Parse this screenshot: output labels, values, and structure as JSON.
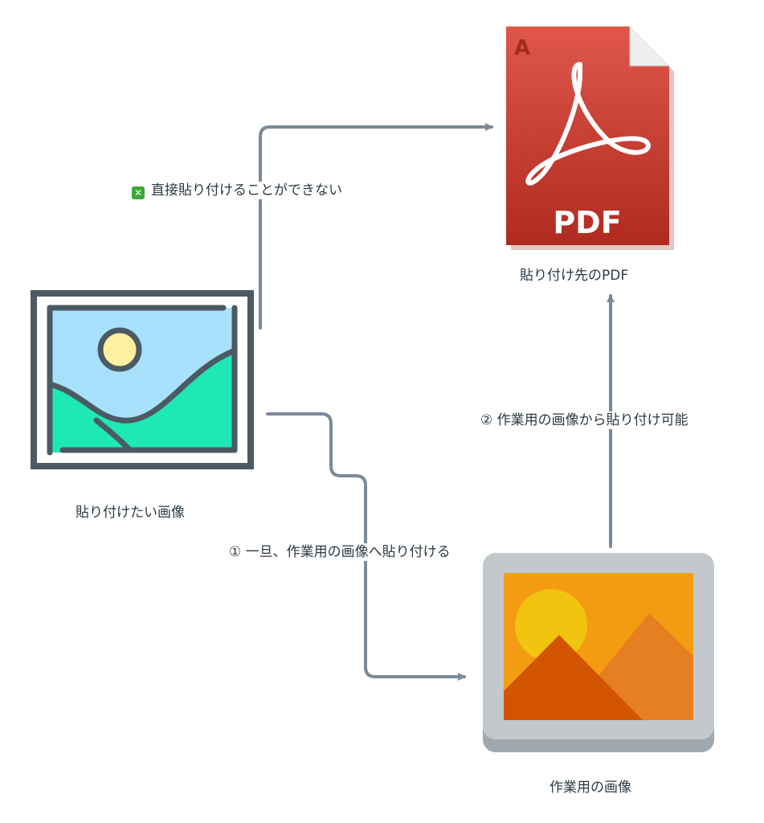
{
  "nodes": {
    "source_image": {
      "label": "貼り付けたい画像",
      "icon": "picture-outline-icon"
    },
    "pdf": {
      "label": "貼り付け先のPDF",
      "icon": "adobe-pdf-file-icon",
      "badge_text": "PDF"
    },
    "work_image": {
      "label": "作業用の画像",
      "icon": "picture-landscape-icon"
    }
  },
  "edges": {
    "direct": {
      "label": "直接貼り付けることができない",
      "status_icon": "cross-mark-icon"
    },
    "step1": {
      "label": "① 一旦、作業用の画像へ貼り付ける"
    },
    "step2": {
      "label": "② 作業用の画像から貼り付け可能"
    }
  },
  "colors": {
    "arrow": "#7b8a97",
    "frame": "#4b5a63",
    "sky": "#a8e1fb",
    "hill": "#1ee8b6",
    "sun": "#fdf0a0",
    "pdf_red": "#c9302a",
    "work_frame": "#c3c8cc",
    "work_bg": "#f39c12",
    "work_sun": "#f1c40f",
    "mountain_dark": "#d35400",
    "mountain_light": "#e67e22"
  }
}
